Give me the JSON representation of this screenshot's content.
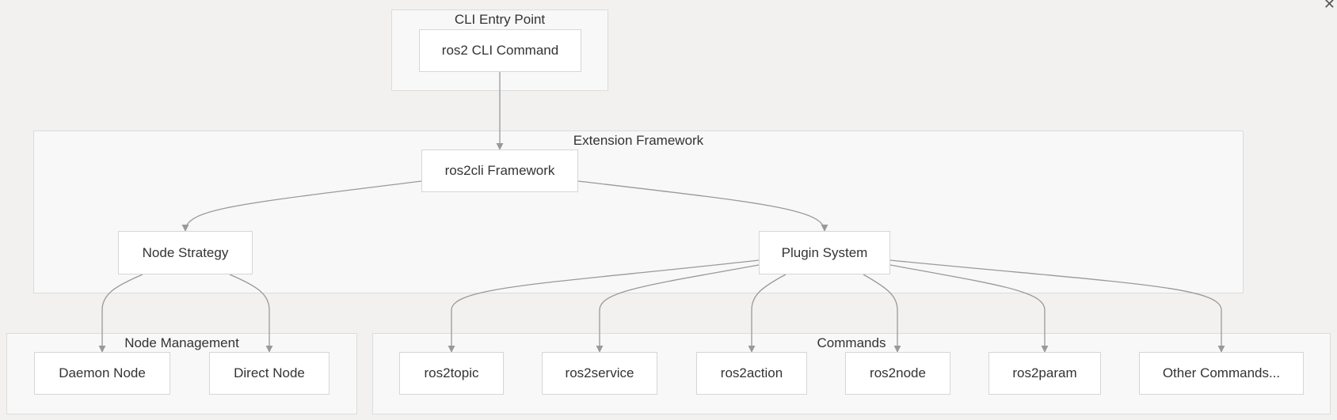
{
  "clusters": {
    "cli_entry": "CLI Entry Point",
    "extension": "Extension Framework",
    "node_management": "Node Management",
    "commands": "Commands"
  },
  "nodes": {
    "ros2_cli": "ros2 CLI Command",
    "framework": "ros2cli Framework",
    "node_strategy": "Node Strategy",
    "plugin_system": "Plugin System",
    "daemon_node": "Daemon Node",
    "direct_node": "Direct Node",
    "ros2topic": "ros2topic",
    "ros2service": "ros2service",
    "ros2action": "ros2action",
    "ros2node": "ros2node",
    "ros2param": "ros2param",
    "other": "Other Commands..."
  },
  "edges": [
    [
      "ros2_cli",
      "framework"
    ],
    [
      "framework",
      "node_strategy"
    ],
    [
      "framework",
      "plugin_system"
    ],
    [
      "node_strategy",
      "daemon_node"
    ],
    [
      "node_strategy",
      "direct_node"
    ],
    [
      "plugin_system",
      "ros2topic"
    ],
    [
      "plugin_system",
      "ros2service"
    ],
    [
      "plugin_system",
      "ros2action"
    ],
    [
      "plugin_system",
      "ros2node"
    ],
    [
      "plugin_system",
      "ros2param"
    ],
    [
      "plugin_system",
      "other"
    ]
  ],
  "close_icon": "close-icon"
}
